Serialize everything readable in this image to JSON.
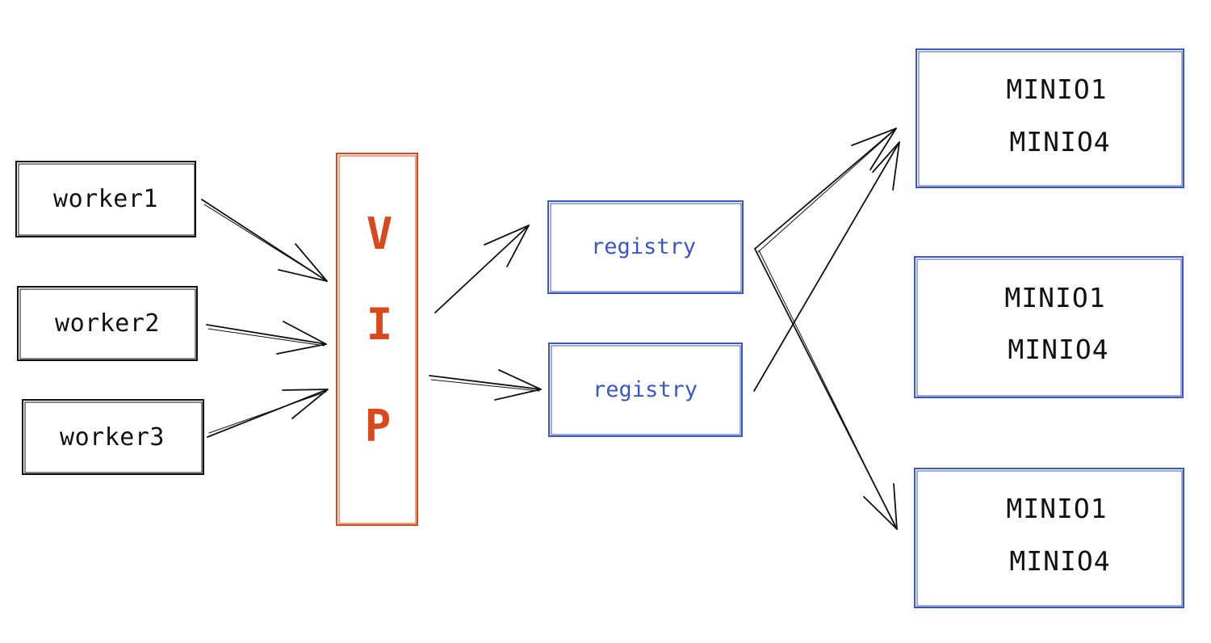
{
  "colors": {
    "ink": "#111111",
    "vip": "#d84a1b",
    "registry": "#3a57c4",
    "minio": "#3a57c4"
  },
  "workers": [
    {
      "label": "worker1"
    },
    {
      "label": "worker2"
    },
    {
      "label": "worker3"
    }
  ],
  "vip": {
    "letters": [
      "V",
      "I",
      "P"
    ]
  },
  "registries": [
    {
      "label": "registry"
    },
    {
      "label": "registry"
    }
  ],
  "minio_groups": [
    {
      "lines": [
        "MINIO1",
        "MINIO4"
      ]
    },
    {
      "lines": [
        "MINIO1",
        "MINIO4"
      ]
    },
    {
      "lines": [
        "MINIO1",
        "MINIO4"
      ]
    }
  ],
  "connections": [
    {
      "from": "worker1",
      "to": "vip"
    },
    {
      "from": "worker2",
      "to": "vip"
    },
    {
      "from": "worker3",
      "to": "vip"
    },
    {
      "from": "vip",
      "to": "registry1"
    },
    {
      "from": "vip",
      "to": "registry2"
    },
    {
      "from": "registry1",
      "to": "minio1"
    },
    {
      "from": "registry1",
      "to": "minio3"
    },
    {
      "from": "registry2",
      "to": "minio1"
    }
  ]
}
